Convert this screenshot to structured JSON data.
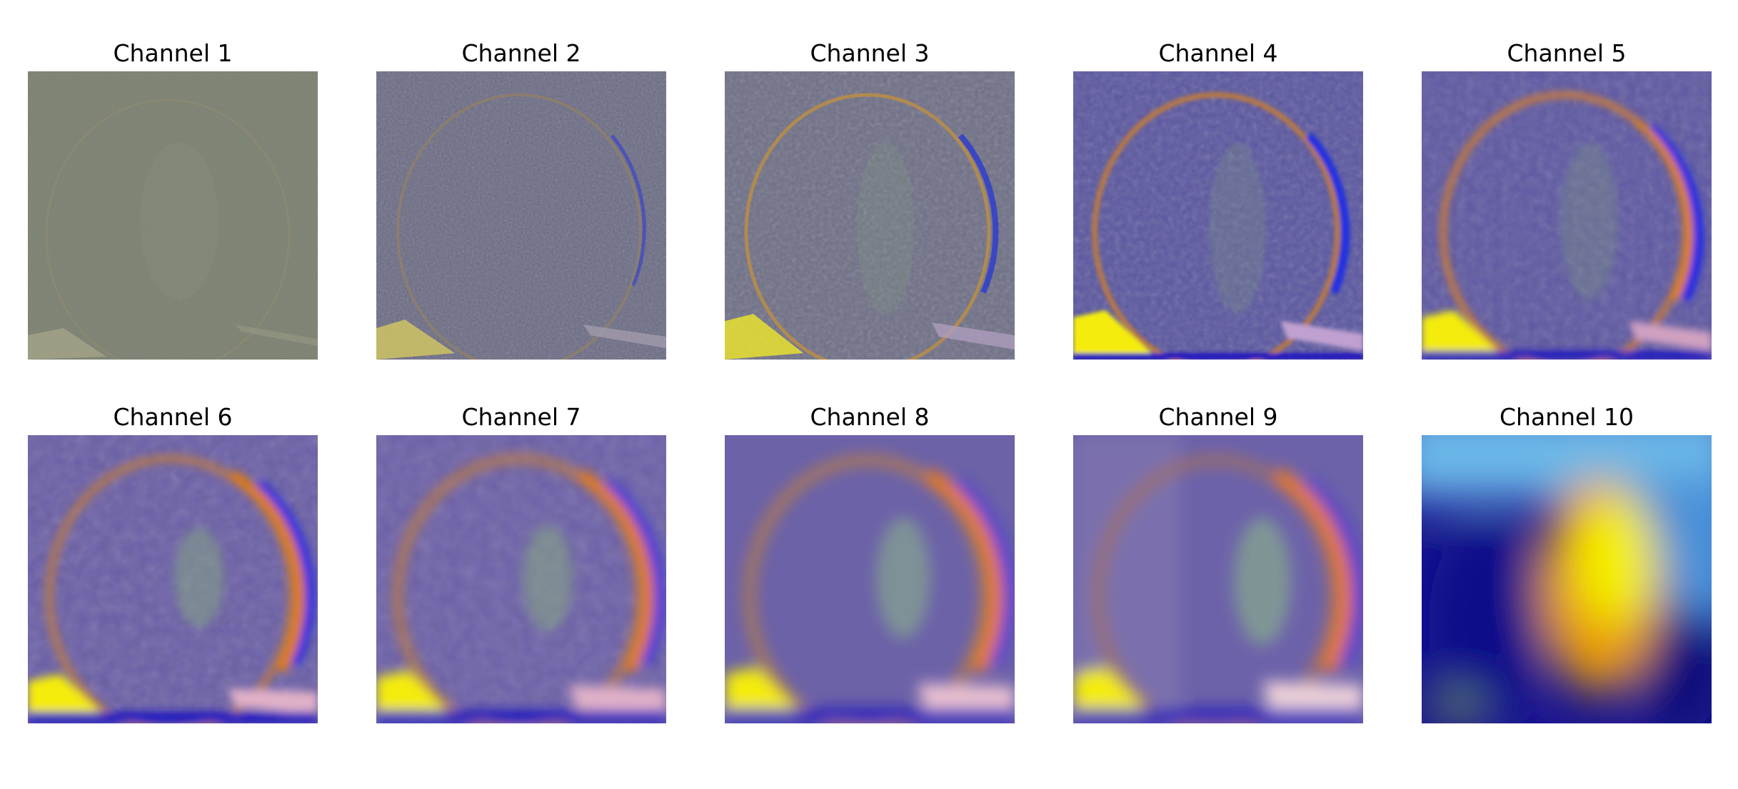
{
  "figure": {
    "panels": [
      {
        "title": "Channel 1"
      },
      {
        "title": "Channel 2"
      },
      {
        "title": "Channel 3"
      },
      {
        "title": "Channel 4"
      },
      {
        "title": "Channel 5"
      },
      {
        "title": "Channel 6"
      },
      {
        "title": "Channel 7"
      },
      {
        "title": "Channel 8"
      },
      {
        "title": "Channel 9"
      },
      {
        "title": "Channel 10"
      }
    ],
    "colors": {
      "background": "#ffffff",
      "gray_green": "#777d6c",
      "slate": "#6a6a84",
      "violet": "#5a56a0",
      "deep_blue": "#12128a",
      "orange": "#d58318",
      "yellow": "#f4f000",
      "sky": "#6ab8e8"
    }
  }
}
